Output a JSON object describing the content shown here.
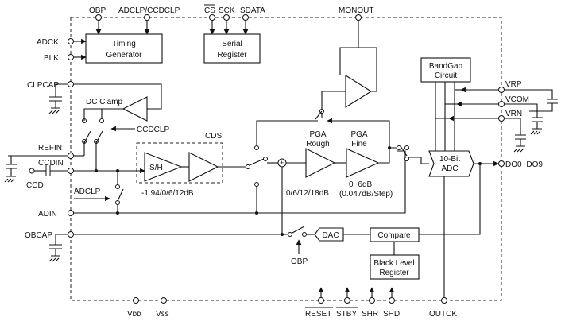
{
  "pins": {
    "obp_top": "OBP",
    "adclp_ccdclp": "ADCLP/CCDCLP",
    "cs": "CS",
    "sck": "SCK",
    "sdata": "SDATA",
    "monout": "MONOUT",
    "adck": "ADCK",
    "blk": "BLK",
    "clpcap": "CLPCAP",
    "refin": "REFIN",
    "ccdin": "CCDIN",
    "ccd": "CCD",
    "adclp": "ADCLP",
    "adin": "ADIN",
    "obcap": "OBCAP",
    "obp_bottom": "OBP",
    "vdd": "Vᴅᴅ",
    "vss": "Vss",
    "reset": "RESET",
    "stby": "STBY",
    "shr": "SHR",
    "shd": "SHD",
    "outck": "OUTCK",
    "vrp": "VRP",
    "vcom": "VCOM",
    "vrn": "VRN",
    "do": "DO0~DO9",
    "ccdclp": "CCDCLP"
  },
  "blocks": {
    "timing_1": "Timing",
    "timing_2": "Generator",
    "serial_1": "Serial",
    "serial_2": "Register",
    "bandgap_1": "BandGap",
    "bandgap_2": "Circuit",
    "adc_1": "10-Bit",
    "adc_2": "ADC",
    "sh": "S/H",
    "dac": "DAC",
    "compare": "Compare",
    "blr_1": "Black Level",
    "blr_2": "Register",
    "dc_clamp": "DC Clamp",
    "cds": "CDS"
  },
  "annotations": {
    "cds_gain": "-1.94/0/6/12dB",
    "pga_rough_1": "PGA",
    "pga_rough_2": "Rough",
    "pga_rough_gain": "0/6/12/18dB",
    "pga_fine_1": "PGA",
    "pga_fine_2": "Fine",
    "pga_fine_gain_1": "0~6dB",
    "pga_fine_gain_2": "(0.047dB/Step)"
  }
}
